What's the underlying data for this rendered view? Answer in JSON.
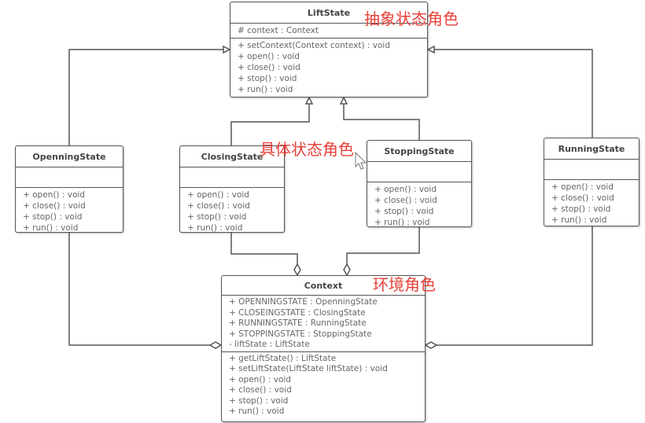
{
  "classes": {
    "liftstate": {
      "name": "LiftState",
      "attributes": [
        "# context : Context"
      ],
      "methods": [
        "+ setContext(Context context) : void",
        "+ open() : void",
        "+ close() : void",
        "+ stop() : void",
        "+ run() : void"
      ]
    },
    "openning": {
      "name": "OpenningState",
      "methods": [
        "+ open() : void",
        "+ close() : void",
        "+ stop() : void",
        "+ run() : void"
      ]
    },
    "closing": {
      "name": "ClosingState",
      "methods": [
        "+ open() : void",
        "+ close() : void",
        "+ stop() : void",
        "+ run() : void"
      ]
    },
    "stopping": {
      "name": "StoppingState",
      "methods": [
        "+ open() : void",
        "+ close() : void",
        "+ stop() : void",
        "+ run() : void"
      ]
    },
    "running": {
      "name": "RunningState",
      "methods": [
        "+ open() : void",
        "+ close() : void",
        "+ stop() : void",
        "+ run() : void"
      ]
    },
    "context": {
      "name": "Context",
      "attributes": [
        "+ OPENNINGSTATE : OpenningState",
        "+ CLOSEINGSTATE : ClosingState",
        "+ RUNNINGSTATE : RunningState",
        "+ STOPPINGSTATE : StoppingState",
        "- liftState : LiftState"
      ],
      "methods": [
        "+ getLiftState() : LiftState",
        "+ setLiftState(LiftState liftState) : void",
        "+ open() : void",
        "+ close() : void",
        "+ stop() : void",
        "+ run() : void"
      ]
    }
  },
  "annotations": {
    "abstract_role": "抽象状态角色",
    "concrete_role": "具体状态角色",
    "context_role": "环境角色"
  },
  "colors": {
    "annotation": "#e8403a",
    "line": "#555555"
  }
}
